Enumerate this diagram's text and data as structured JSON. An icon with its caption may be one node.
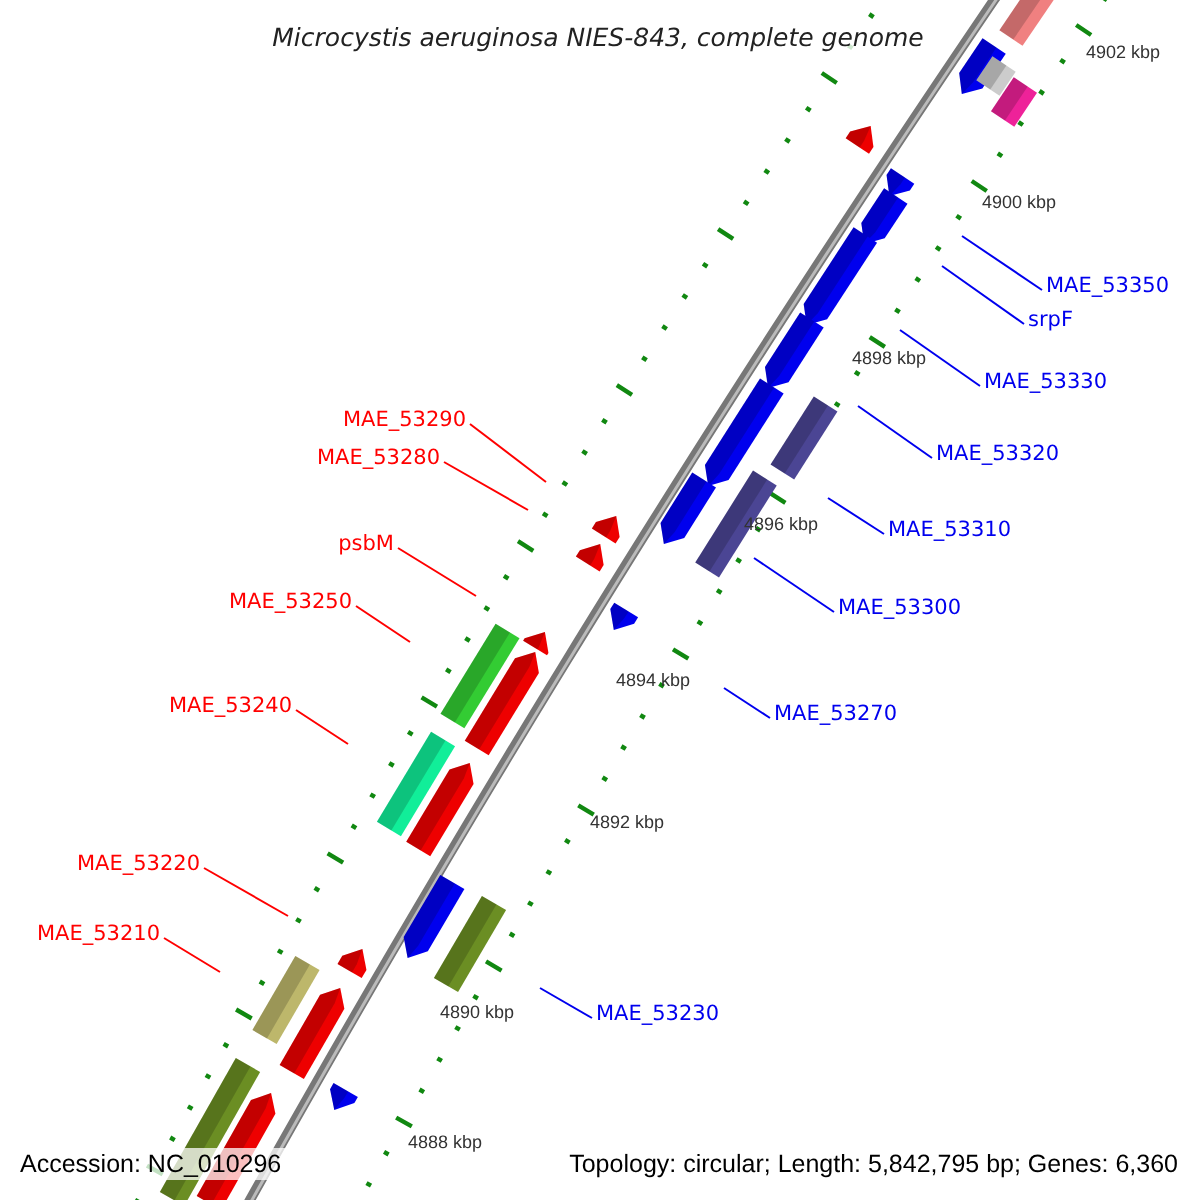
{
  "diagram": {
    "title": "Microcystis aeruginosa NIES-843, complete genome",
    "nodes": [
      {
        "text": [
          "MAE_53350"
        ]
      },
      {
        "text": [
          "srpF"
        ]
      },
      {
        "text": [
          "MAE_53330"
        ]
      },
      {
        "text": [
          "MAE_53290"
        ]
      },
      {
        "text": [
          "MAE_53320"
        ]
      },
      {
        "text": [
          "MAE_53280"
        ]
      },
      {
        "text": [
          "MAE_53310"
        ]
      },
      {
        "text": [
          "psbM"
        ]
      },
      {
        "text": [
          "MAE_53250"
        ]
      },
      {
        "text": [
          "MAE_53300"
        ]
      },
      {
        "text": [
          "MAE_53240"
        ]
      },
      {
        "text": [
          "MAE_53270"
        ]
      },
      {
        "text": [
          "MAE_53220"
        ]
      },
      {
        "text": [
          "MAE_53210"
        ]
      },
      {
        "text": [
          "MAE_53230"
        ]
      }
    ],
    "edges": [
      {
        "from": 0,
        "to": null,
        "arrow": "none"
      },
      {
        "from": 1,
        "to": null,
        "arrow": "none"
      },
      {
        "from": 2,
        "to": null,
        "arrow": "none"
      },
      {
        "from": 3,
        "to": null,
        "arrow": "none",
        "color": "#ff0000"
      },
      {
        "from": 4,
        "to": null,
        "arrow": "none"
      },
      {
        "from": 5,
        "to": null,
        "arrow": "none",
        "color": "#ff0000"
      },
      {
        "from": 6,
        "to": null,
        "arrow": "none"
      },
      {
        "from": 7,
        "to": null,
        "arrow": "none",
        "color": "#ff0000"
      },
      {
        "from": 8,
        "to": null,
        "arrow": "none",
        "color": "#ff0000"
      },
      {
        "from": 9,
        "to": null,
        "arrow": "none"
      },
      {
        "from": 10,
        "to": null,
        "arrow": "none",
        "color": "#ff0000"
      },
      {
        "from": 11,
        "to": null,
        "arrow": "none"
      },
      {
        "from": 12,
        "to": null,
        "arrow": "none",
        "color": "#ff0000"
      },
      {
        "from": 13,
        "to": null,
        "arrow": "none",
        "color": "#ff0000"
      },
      {
        "from": 14,
        "to": null,
        "arrow": "none"
      }
    ],
    "labels": [
      "4902 kbp",
      "4900 kbp",
      "4898 kbp",
      "4896 kbp",
      "4894 kbp",
      "4892 kbp",
      "4890 kbp",
      "4888 kbp",
      "Accession: NC_010296",
      "Topology: circular; Length: 5,842,795 bp; Genes: 6,360"
    ]
  }
}
